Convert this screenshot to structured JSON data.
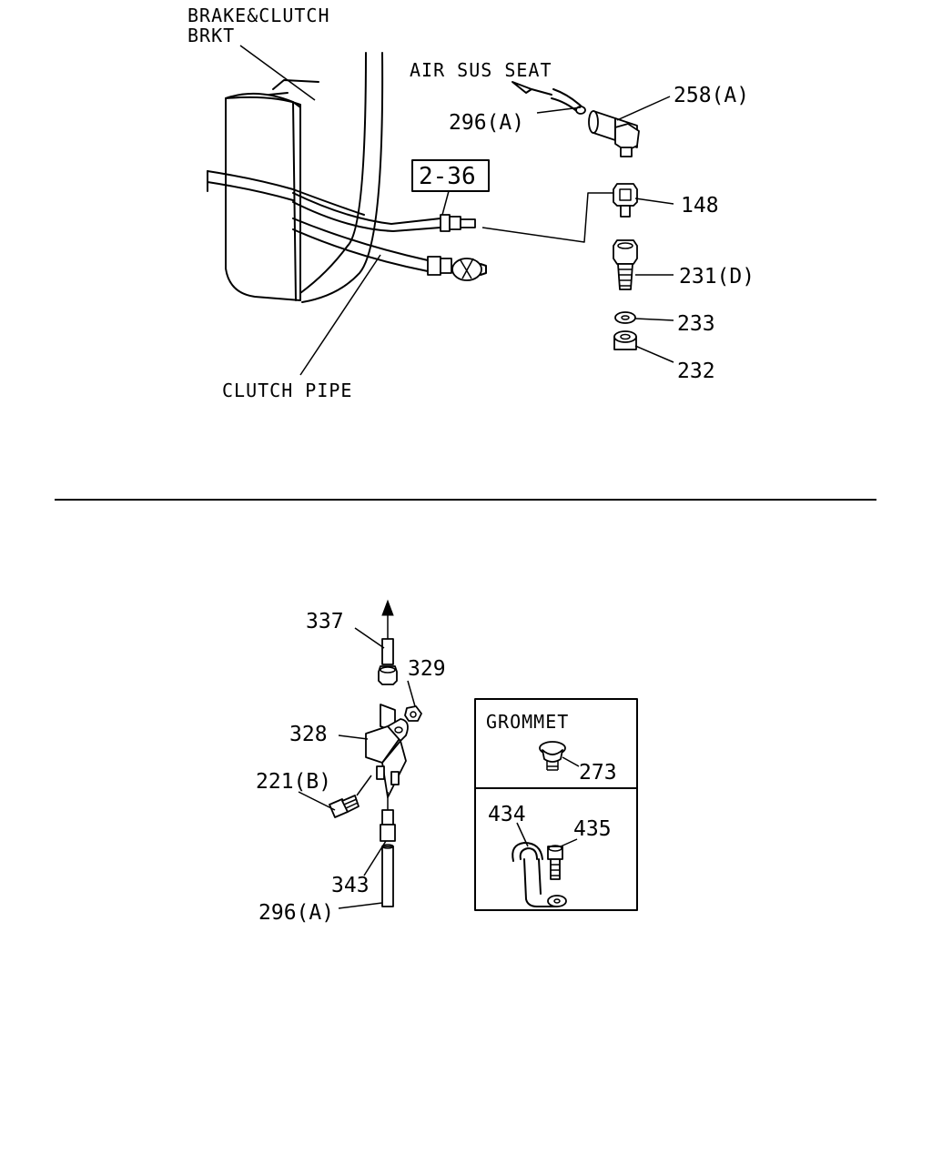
{
  "top_section": {
    "bracket_label_line1": "BRAKE&CLUTCH",
    "bracket_label_line2": "BRKT",
    "air_sus_seat": "AIR SUS SEAT",
    "clutch_pipe": "CLUTCH PIPE",
    "ref_box": "2-36",
    "parts": {
      "p258a": "258(A)",
      "p296a": "296(A)",
      "p148": "148",
      "p231d": "231(D)",
      "p233": "233",
      "p232": "232"
    }
  },
  "bottom_section": {
    "parts": {
      "p337": "337",
      "p329": "329",
      "p328": "328",
      "p221b": "221(B)",
      "p343": "343",
      "p296a": "296(A)"
    },
    "inset": {
      "grommet_title": "GROMMET",
      "p273": "273",
      "p434": "434",
      "p435": "435"
    }
  }
}
